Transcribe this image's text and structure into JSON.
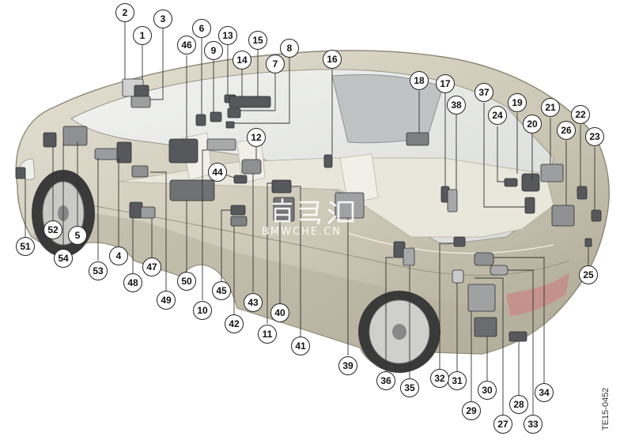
{
  "figure_code": "TE15-0452",
  "watermark": {
    "logo": "宝马汇",
    "site": "BMWCHE.CN"
  },
  "callouts": [
    "1",
    "2",
    "3",
    "4",
    "5",
    "6",
    "7",
    "8",
    "9",
    "10",
    "11",
    "12",
    "13",
    "14",
    "15",
    "16",
    "17",
    "18",
    "19",
    "20",
    "21",
    "22",
    "23",
    "24",
    "25",
    "26",
    "27",
    "28",
    "29",
    "30",
    "31",
    "32",
    "33",
    "34",
    "35",
    "36",
    "37",
    "38",
    "39",
    "40",
    "41",
    "42",
    "43",
    "44",
    "45",
    "46",
    "47",
    "48",
    "49",
    "50",
    "51",
    "52",
    "53",
    "54"
  ],
  "colors": {
    "body": "#cfcab9",
    "body_dark": "#a9a392",
    "glass": "#e6e8e6",
    "component": "#55575a",
    "line": "#333333"
  }
}
